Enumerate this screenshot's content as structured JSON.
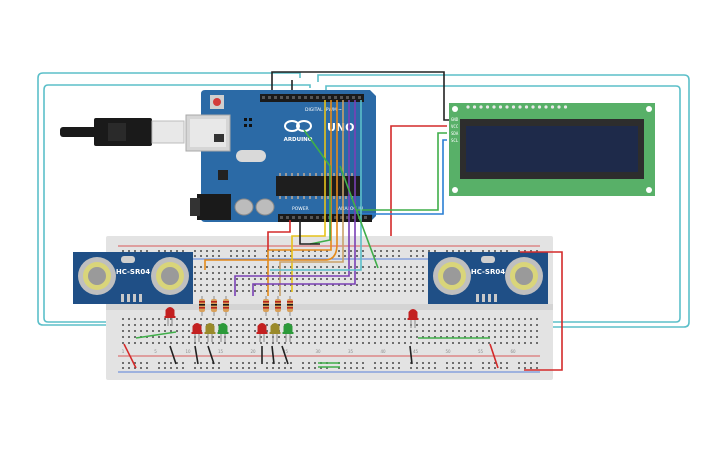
{
  "arduino": {
    "logo_text": "ARDUINO",
    "model_text": "UNO",
    "digital_label": "DIGITAL (PWM ~)",
    "power_label": "POWER",
    "analog_label": "ANALOG IN"
  },
  "sensor_left": {
    "label": "HC-SR04"
  },
  "sensor_right": {
    "label": "HC-SR04"
  },
  "lcd": {
    "pins": [
      "GND",
      "VCC",
      "SDA",
      "SCL"
    ]
  },
  "breadboard": {
    "column_numbers": [
      "1",
      "5",
      "10",
      "15",
      "20",
      "25",
      "30",
      "35",
      "40",
      "45",
      "50",
      "55",
      "60"
    ]
  },
  "colors": {
    "board_blue": "#2b6aa6",
    "breadboard": "#e3e3e3",
    "lcd_green": "#58b068",
    "lcd_screen": "#1e2a4a",
    "sensor_blue": "#1f4f86",
    "wire_teal": "#5bbfc9",
    "wire_red": "#d42a2a",
    "wire_black": "#222222",
    "wire_orange": "#e58a1a",
    "wire_green": "#3fae49",
    "wire_yellow": "#e6c21a",
    "wire_purple": "#7a3fb5",
    "wire_blue": "#2a7fd4",
    "led_red": "#c32020",
    "led_yellow": "#9a8a2a",
    "led_green": "#2c9a3a"
  }
}
